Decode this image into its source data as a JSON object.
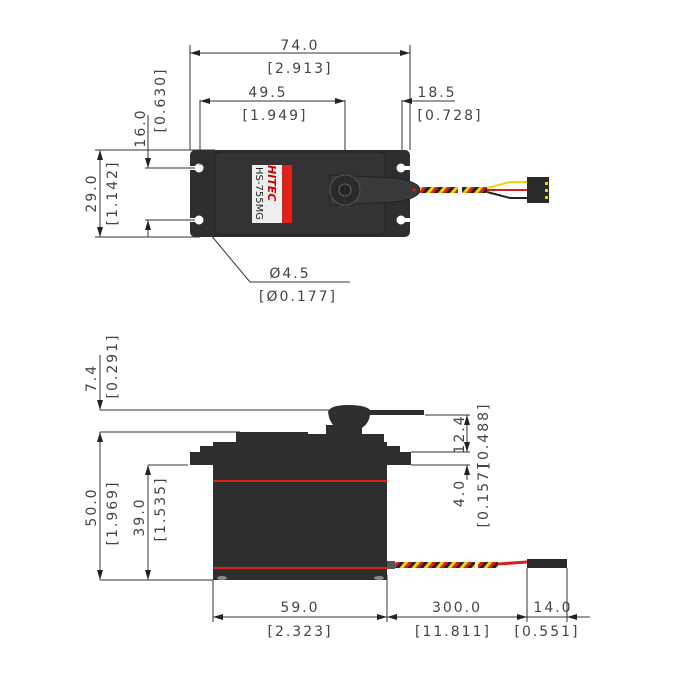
{
  "top_view": {
    "brand": "HITEC",
    "model": "HS-755MG",
    "overall_length": {
      "mm": "74.0",
      "in": "[2.913]"
    },
    "hole_spacing": {
      "mm": "49.5",
      "in": "[1.949]"
    },
    "shaft_offset": {
      "mm": "18.5",
      "in": "[0.728]"
    },
    "hole_vertical_spacing": {
      "mm": "16.0",
      "in": "[0.630]"
    },
    "width": {
      "mm": "29.0",
      "in": "[1.142]"
    },
    "hole_diameter": {
      "mm": "Ø4.5",
      "in": "[Ø0.177]"
    }
  },
  "side_view": {
    "horn_height": {
      "mm": "7.4",
      "in": "[0.291]"
    },
    "body_height": {
      "mm": "50.0",
      "in": "[1.969]"
    },
    "mount_height": {
      "mm": "39.0",
      "in": "[1.535]"
    },
    "top_to_tab": {
      "mm": "12.4",
      "in": "[0.488]"
    },
    "tab_thickness": {
      "mm": "4.0",
      "in": "[0.157]"
    },
    "body_length": {
      "mm": "59.0",
      "in": "[2.323]"
    },
    "wire_length": {
      "mm": "300.0",
      "in": "[11.811]"
    },
    "connector_length": {
      "mm": "14.0",
      "in": "[0.551]"
    }
  },
  "colors": {
    "body": "#2e2e2e",
    "accent": "#e0201b",
    "wire_yellow": "#f2d400",
    "wire_red": "#d81e1e",
    "wire_black": "#222222"
  }
}
